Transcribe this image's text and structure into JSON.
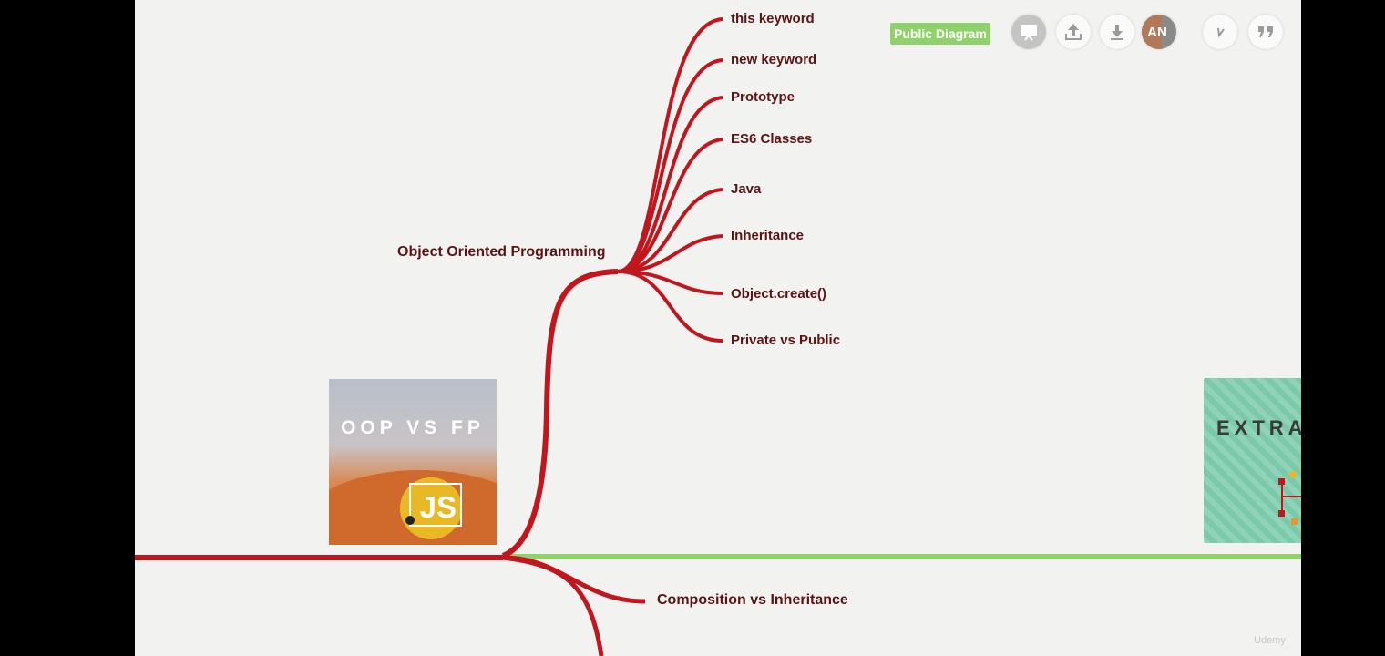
{
  "toolbar": {
    "badge": "Public Diagram",
    "avatar_initials": "AN"
  },
  "nodes": {
    "oop": "Object Oriented Programming",
    "composition": "Composition vs Inheritance",
    "children": [
      "this keyword",
      "new keyword",
      "Prototype",
      "ES6 Classes",
      "Java",
      "Inheritance",
      "Object.create()",
      "Private vs Public"
    ]
  },
  "thumbnails": {
    "oop_fp_title": "OOP VS FP",
    "oop_fp_logo": "JS",
    "extra_title": "EXTRA"
  },
  "colors": {
    "branch_red": "#c0161e",
    "branch_green": "#8fd16a",
    "label": "#5a1414"
  },
  "watermark": "Udemy"
}
